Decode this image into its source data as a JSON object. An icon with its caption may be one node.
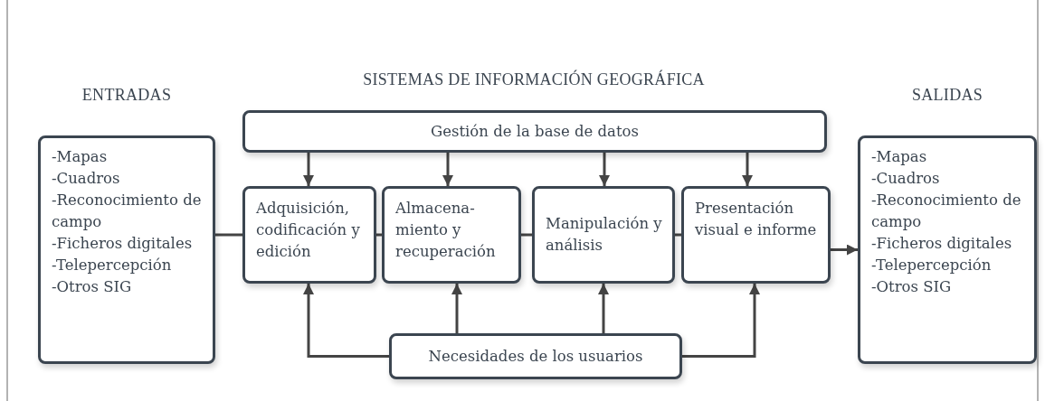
{
  "diagram": {
    "title": "SISTEMAS DE INFORMACIÓN GEOGRÁFICA",
    "nodes": [
      {
        "text": [
          "ENTRADAS",
          "-Mapas",
          "-Cuadros",
          "-Reconocimiento de campo",
          "-Ficheros digitales",
          "-Telepercepción",
          "-Otros SIG"
        ]
      },
      {
        "text": [
          "Gestión de la base de datos"
        ]
      },
      {
        "text": [
          "Adquisición, codificación y edición"
        ]
      },
      {
        "text": [
          "Almacena- miento y recuperación"
        ]
      },
      {
        "text": [
          "Manipulación y análisis"
        ]
      },
      {
        "text": [
          "Presentación visual e informe"
        ]
      },
      {
        "text": [
          "SALIDAS",
          "-Mapas",
          "-Cuadros",
          "-Reconocimiento de campo",
          "-Ficheros digitales",
          "-Telepercepción",
          "-Otros SIG"
        ]
      },
      {
        "text": [
          "Necesidades de los usuarios"
        ]
      }
    ],
    "edges": [
      {
        "from": 0,
        "to": 2,
        "arrow": "none"
      },
      {
        "from": 2,
        "to": 3,
        "arrow": "none"
      },
      {
        "from": 3,
        "to": 4,
        "arrow": "none"
      },
      {
        "from": 4,
        "to": 5,
        "arrow": "none"
      },
      {
        "from": 5,
        "to": 6,
        "arrow": "to"
      },
      {
        "from": 1,
        "to": 2,
        "arrow": "to"
      },
      {
        "from": 1,
        "to": 3,
        "arrow": "to"
      },
      {
        "from": 1,
        "to": 4,
        "arrow": "to"
      },
      {
        "from": 1,
        "to": 5,
        "arrow": "to"
      },
      {
        "from": 7,
        "to": 2,
        "arrow": "to"
      },
      {
        "from": 7,
        "to": 3,
        "arrow": "to"
      },
      {
        "from": 7,
        "to": 4,
        "arrow": "to"
      },
      {
        "from": 7,
        "to": 5,
        "arrow": "to"
      }
    ]
  }
}
